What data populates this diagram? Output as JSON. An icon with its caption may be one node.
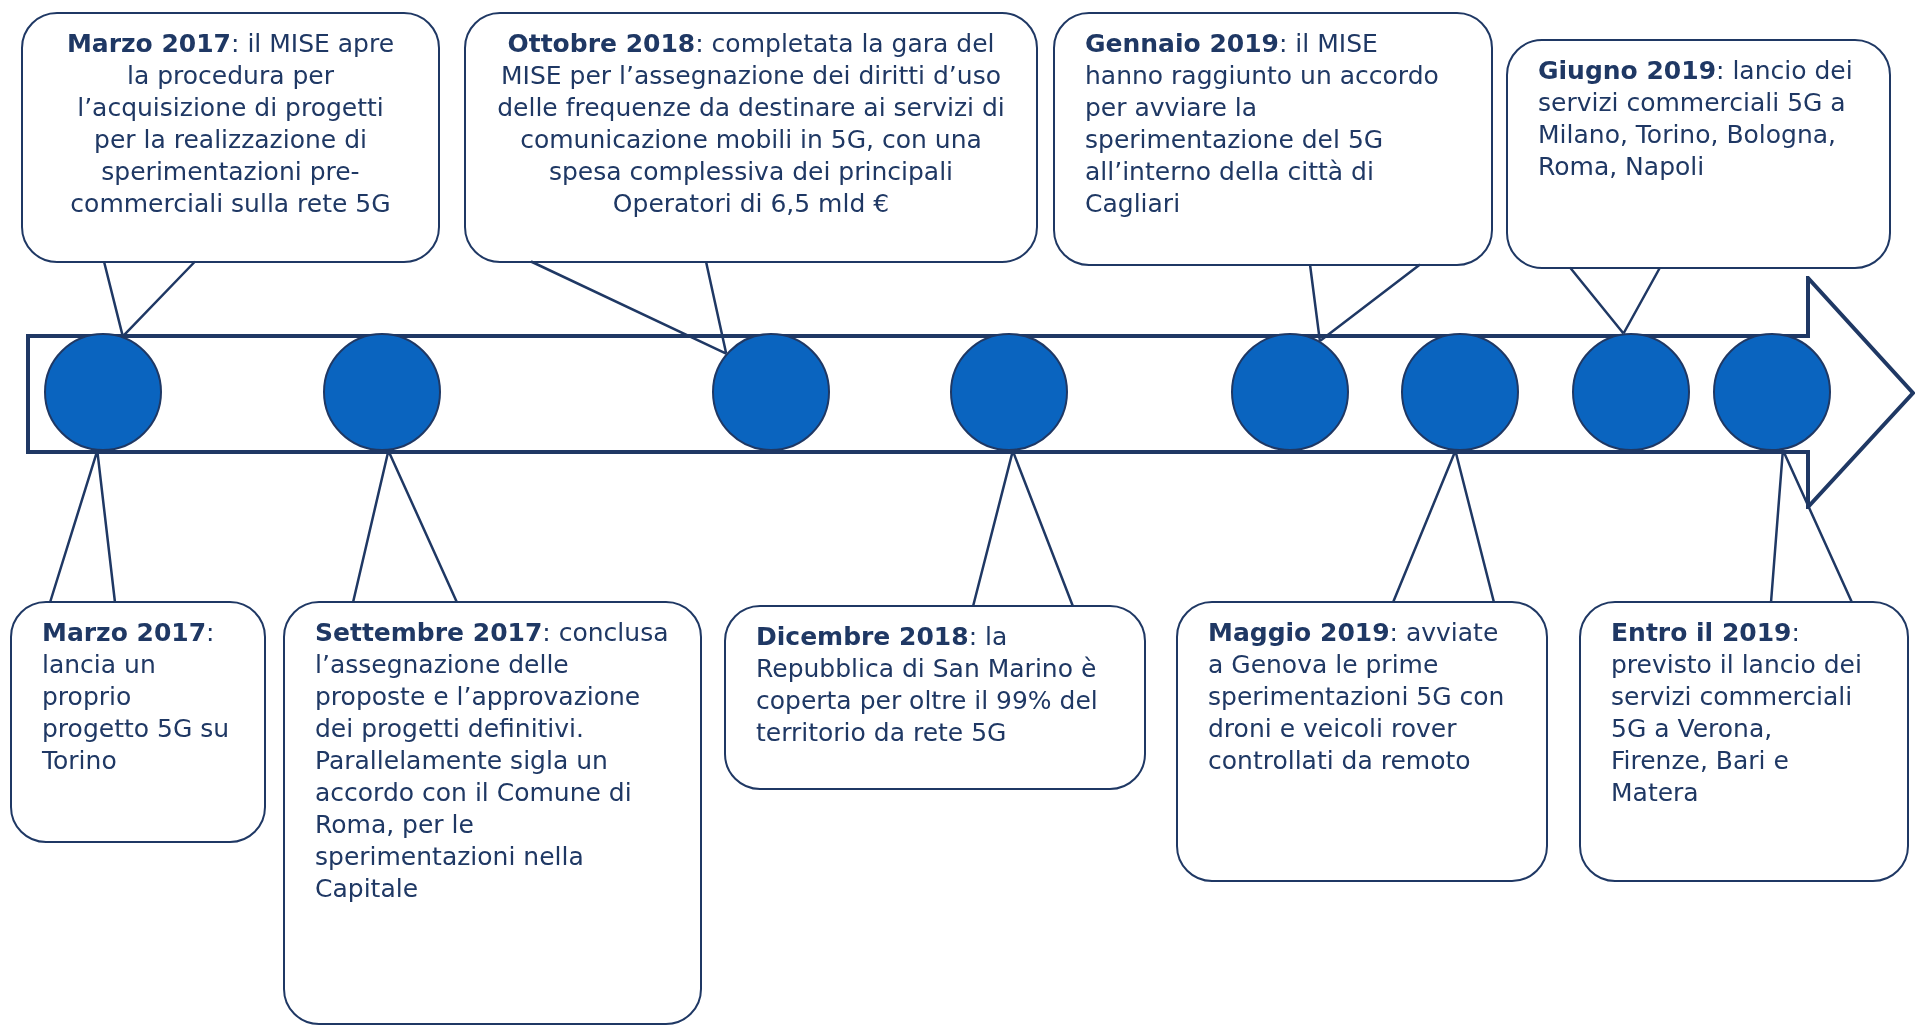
{
  "diagram": {
    "nodes": [
      {
        "text": [
          "**Marzo 2017**: il MISE apre la procedura per l’acquisizione di progetti per la realizzazione di sperimentazioni pre-commerciali sulla rete 5G"
        ]
      },
      {
        "text": [
          "**Ottobre 2018**: completata la gara del MISE per l’assegnazione dei diritti d’uso delle frequenze da destinare ai servizi di comunicazione mobili in 5G, con una spesa complessiva dei principali Operatori di 6,5 mld €"
        ]
      },
      {
        "text": [
          "**Gennaio 2019**: il MISE hanno raggiunto un accordo per avviare la sperimentazione del 5G all’interno della città di Cagliari"
        ]
      },
      {
        "text": [
          "**Giugno 2019**: lancio dei servizi commerciali 5G a Milano, Torino, Bologna, Roma, Napoli"
        ]
      },
      {
        "text": [],
        "shape": "arrow"
      },
      {
        "text": [],
        "shape": "circle",
        "in": 4
      },
      {
        "text": [],
        "shape": "circle",
        "in": 4
      },
      {
        "text": [],
        "shape": "circle",
        "in": 4
      },
      {
        "text": [],
        "shape": "circle",
        "in": 4
      },
      {
        "text": [],
        "shape": "circle",
        "in": 4
      },
      {
        "text": [],
        "shape": "circle",
        "in": 4
      },
      {
        "text": [],
        "shape": "circle",
        "in": 4
      },
      {
        "text": [],
        "shape": "circle",
        "in": 4
      },
      {
        "text": [
          "**Marzo 2017**: lancia un proprio progetto 5G su Torino"
        ]
      },
      {
        "text": [
          "**Settembre 2017**: conclusa l’assegnazione delle proposte e l’approvazione dei progetti definitivi. Parallelamente sigla un accordo con il Comune di Roma, per le sperimentazioni nella Capitale"
        ]
      },
      {
        "text": [
          "**Dicembre 2018**: la Repubblica di San Marino è coperta per oltre il 99% del territorio da rete 5G"
        ]
      },
      {
        "text": [
          "**Maggio 2019**: avviate a Genova le prime sperimentazioni 5G con droni e veicoli rover controllati da remoto"
        ]
      },
      {
        "text": [
          "**Entro il 2019**: previsto il lancio dei servizi commerciali 5G a Verona, Firenze, Bari e Matera"
        ]
      }
    ],
    "edges": [
      {
        "from": 0,
        "to": 5,
        "arrow": "none"
      },
      {
        "from": 1,
        "to": 7,
        "arrow": "none"
      },
      {
        "from": 2,
        "to": 9,
        "arrow": "none"
      },
      {
        "from": 3,
        "to": 11,
        "arrow": "none"
      },
      {
        "from": 13,
        "to": 5,
        "arrow": "none"
      },
      {
        "from": 14,
        "to": 6,
        "arrow": "none"
      },
      {
        "from": 15,
        "to": 8,
        "arrow": "none"
      },
      {
        "from": 16,
        "to": 10,
        "arrow": "none"
      },
      {
        "from": 17,
        "to": 12,
        "arrow": "none"
      }
    ]
  }
}
